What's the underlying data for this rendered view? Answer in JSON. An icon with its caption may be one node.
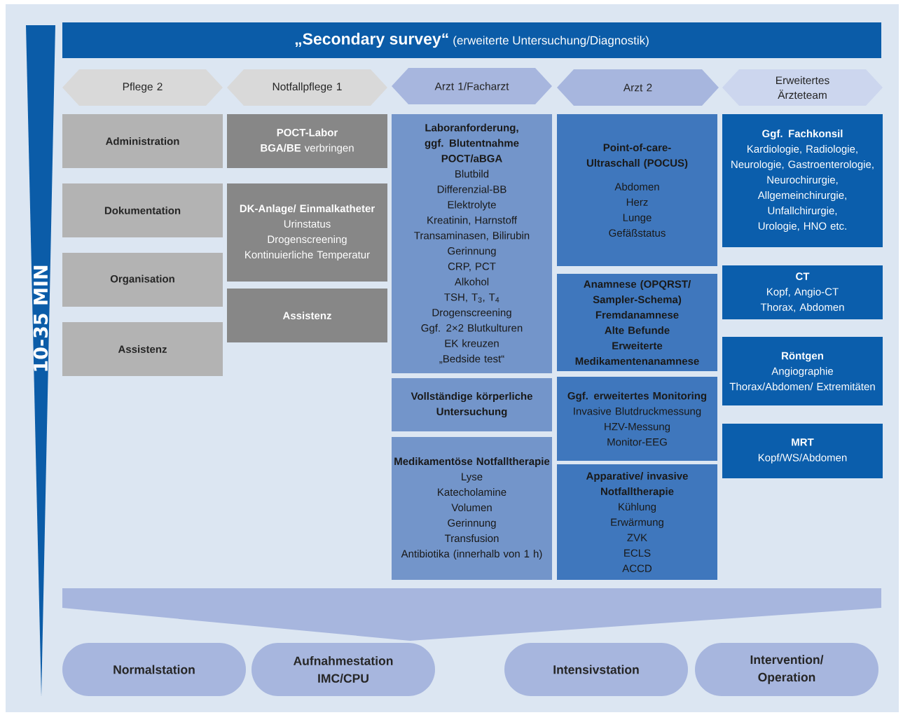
{
  "diagram": {
    "nodes": [
      {
        "text": [
          "„Secondary survey“",
          "(erweiterte Untersuchung/Diagnostik)"
        ]
      },
      {
        "text": [
          "Pflege 2"
        ]
      },
      {
        "text": [
          "Notfallpflege 1"
        ]
      },
      {
        "text": [
          "Arzt 1/Facharzt"
        ]
      },
      {
        "text": [
          "Arzt 2"
        ]
      },
      {
        "text": [
          "Erweitertes Ärzteteam"
        ]
      },
      {
        "text": [
          "Administration"
        ]
      },
      {
        "text": [
          "Dokumentation"
        ]
      },
      {
        "text": [
          "Organisation"
        ]
      },
      {
        "text": [
          "Assistenz"
        ]
      },
      {
        "text": [
          "POCT-Labor",
          "**BGA/BE** verbringen"
        ]
      },
      {
        "text": [
          "DK-Anlage/ Einmalkatheter",
          "Urinstatus",
          "Drogenscreening",
          "Kontinuierliche Temperatur"
        ]
      },
      {
        "text": [
          "Assistenz"
        ]
      },
      {
        "text": [
          "Laboranforderung, ggf. Blutentnahme",
          "POCT/aBGA",
          "Blutbild",
          "Differenzial-BB",
          "Elektrolyte",
          "Kreatinin, Harnstoff",
          "Transaminasen, Bilirubin",
          "Gerinnung",
          "CRP, PCT",
          "Alkohol",
          "TSH, T$_{3}$, T$_{4}$",
          "Drogenscreening",
          "Ggf. 2×2 Blutkulturen",
          "EK kreuzen",
          "„Bedside test“"
        ]
      },
      {
        "text": [
          "Vollständige körperliche Untersuchung"
        ]
      },
      {
        "text": [
          "Medikamentöse Notfalltherapie",
          "Lyse",
          "Katecholamine",
          "Volumen",
          "Gerinnung",
          "Transfusion",
          "Antibiotika (innerhalb von 1 h)"
        ]
      },
      {
        "text": [
          "Point-of-care-Ultraschall (POCUS)",
          "Abdomen",
          "Herz",
          "Lunge",
          "Gefäßstatus"
        ]
      },
      {
        "text": [
          "Anamnese (OPQRST/ Sampler-Schema)",
          "Fremdanamnese",
          "Alte Befunde",
          "Erweiterte Medikamentenanamnese"
        ]
      },
      {
        "text": [
          "Ggf. erweitertes Monitoring",
          "Invasive Blutdruckmessung",
          "HZV-Messung",
          "Monitor-EEG"
        ]
      },
      {
        "text": [
          "Apparative/ invasive Notfalltherapie",
          "Kühlung",
          "Erwärmung",
          "ZVK",
          "ECLS",
          "ACCD"
        ]
      },
      {
        "text": [
          "Ggf. Fachkonsil",
          "Kardiologie, Radiologie, Neurologie, Gastroenterologie, Neurochirurgie, Allgemeinchirurgie, Unfallchirurgie, Urologie, HNO etc."
        ]
      },
      {
        "text": [
          "CT",
          "Kopf, Angio-CT Thorax, Abdomen"
        ]
      },
      {
        "text": [
          "Röntgen",
          "Angiographie",
          "Thorax/Abdomen/ Extremitäten"
        ]
      },
      {
        "text": [
          "MRT",
          "Kopf/WS/Abdomen"
        ]
      },
      {
        "text": [],
        "shape": "funnel"
      },
      {
        "text": [
          "Normalstation"
        ]
      },
      {
        "text": [
          "Aufnahmestation IMC/CPU"
        ]
      },
      {
        "text": [
          "Intensivstation"
        ]
      },
      {
        "text": [
          "Intervention/ Operation"
        ]
      }
    ],
    "labels": [
      "10-35 MIN"
    ]
  }
}
